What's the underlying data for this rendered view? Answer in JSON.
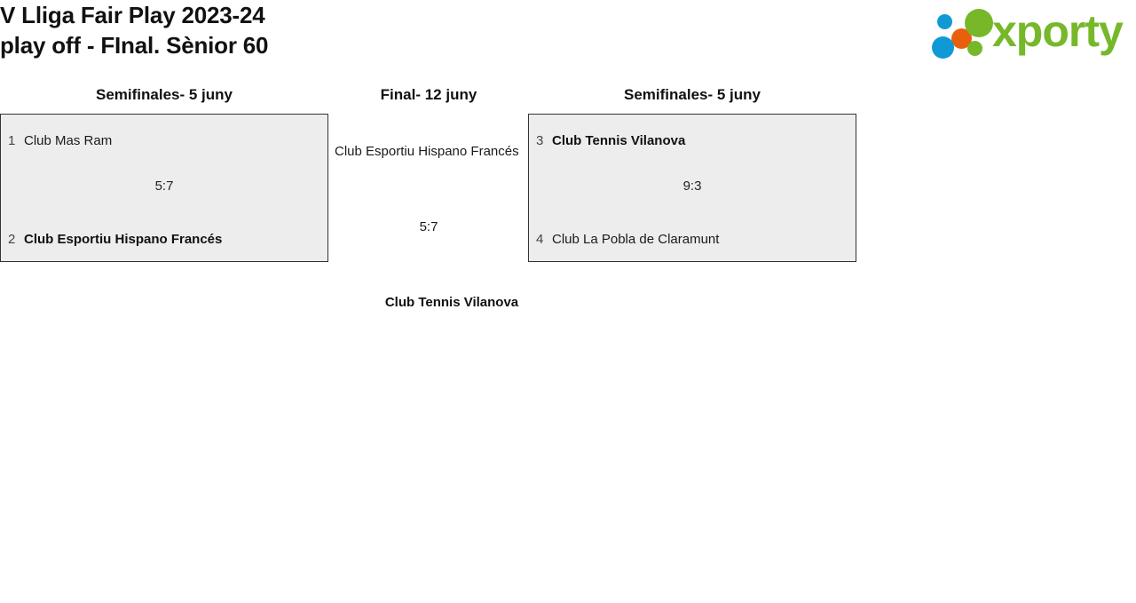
{
  "header": {
    "title": "V Lliga Fair Play 2023-24\nplay off - FInal. Sènior 60",
    "logo": {
      "wordmark": "xporty",
      "dot_blue_top": "dot-blue-icon",
      "dot_orange": "dot-orange-icon",
      "dot_blue_bottom": "dot-blue-icon",
      "dot_green_big": "dot-green-icon",
      "dot_green_small": "dot-green-icon",
      "colors": {
        "green": "#76b82a",
        "blue": "#0f9ad6",
        "orange": "#e8600e"
      }
    }
  },
  "theme": {
    "box_background": "#ededed",
    "box_border": "#333333",
    "page_background": "#ffffff",
    "text": "#1a1a1a"
  },
  "bracket": {
    "rounds": [
      {
        "id": "semifinal-left",
        "header": "Semifinales- 5 juny",
        "match": {
          "score": "5:7",
          "teams": [
            {
              "seed": "1",
              "name": "Club Mas Ram",
              "winner": false
            },
            {
              "seed": "2",
              "name": "Club Esportiu Hispano Francés",
              "winner": true
            }
          ]
        }
      },
      {
        "id": "final",
        "header": "Final- 12 juny",
        "match": {
          "score": "5:7",
          "teams": [
            {
              "seed": "",
              "name": "Club Esportiu Hispano Francés",
              "winner": false
            },
            {
              "seed": "",
              "name": "Club Tennis Vilanova",
              "winner": true
            }
          ]
        }
      },
      {
        "id": "semifinal-right",
        "header": "Semifinales- 5 juny",
        "match": {
          "score": "9:3",
          "teams": [
            {
              "seed": "3",
              "name": "Club Tennis Vilanova",
              "winner": true
            },
            {
              "seed": "4",
              "name": "Club La Pobla de Claramunt",
              "winner": false
            }
          ]
        }
      }
    ],
    "champion": "Club Tennis Vilanova"
  }
}
